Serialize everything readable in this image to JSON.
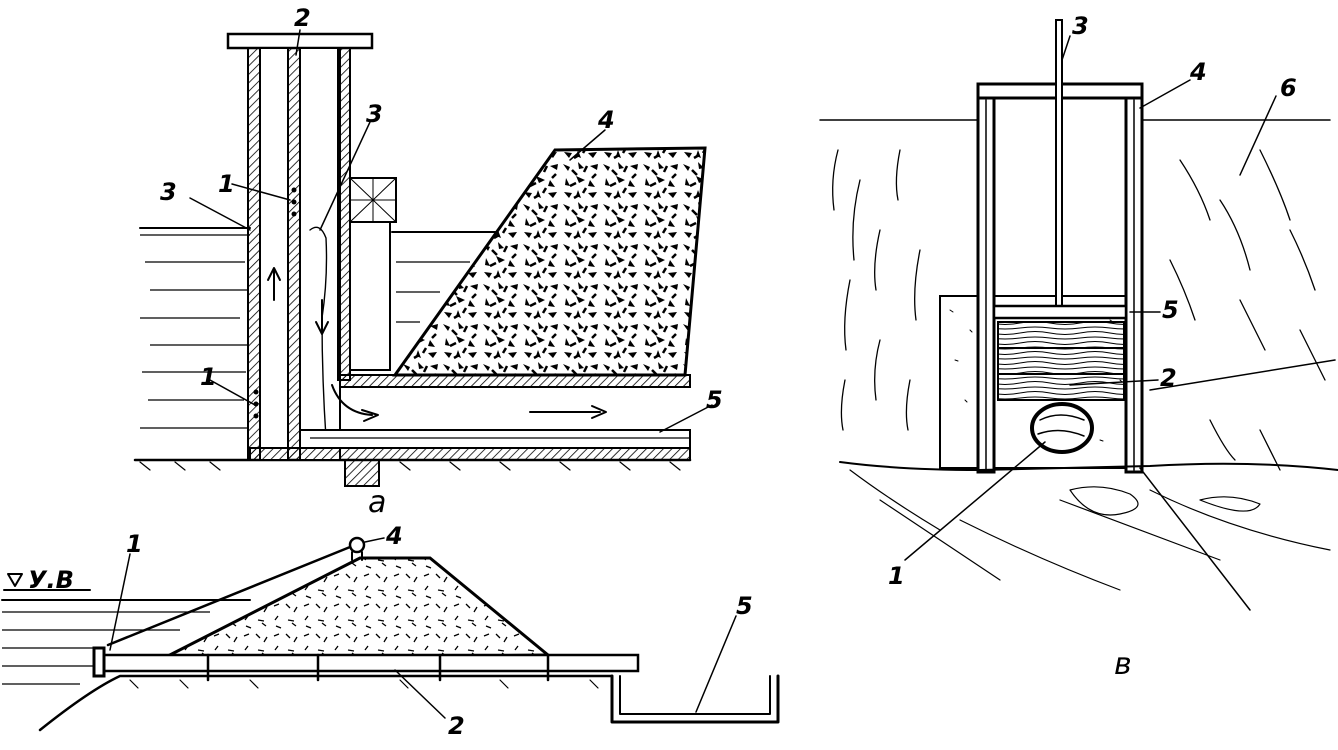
{
  "figure": {
    "panel_a": {
      "caption": "a",
      "labels": [
        "2",
        "3",
        "1",
        "3",
        "4",
        "1",
        "5"
      ]
    },
    "panel_b": {
      "water_level": "У.В",
      "labels": [
        "1",
        "4",
        "5",
        "2"
      ]
    },
    "panel_c": {
      "caption": "в",
      "labels": [
        "3",
        "4",
        "6",
        "5",
        "2",
        "1"
      ]
    }
  }
}
